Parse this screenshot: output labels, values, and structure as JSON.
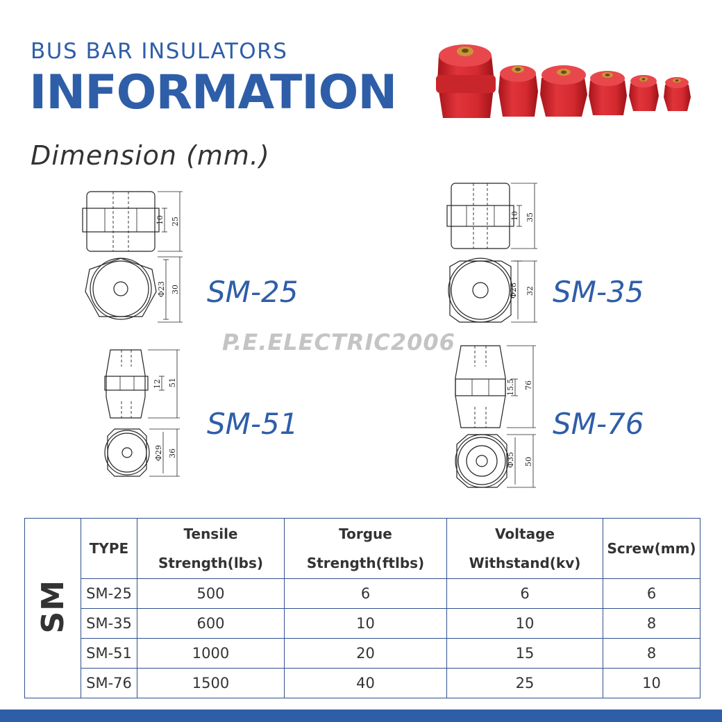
{
  "header": {
    "subtitle": "BUS BAR INSULATORS",
    "title": "INFORMATION",
    "dimension_label": "Dimension (mm.)"
  },
  "watermark": "P.E.ELECTRIC2006",
  "models": [
    {
      "name": "SM-25",
      "height_dim": "25",
      "mid_dim": "10",
      "dia_inner": "Φ23",
      "dia_outer": "30"
    },
    {
      "name": "SM-35",
      "height_dim": "35",
      "mid_dim": "10",
      "dia_inner": "Φ28",
      "dia_outer": "32"
    },
    {
      "name": "SM-51",
      "height_dim": "51",
      "mid_dim": "12",
      "dia_inner": "Φ29",
      "dia_outer": "36"
    },
    {
      "name": "SM-76",
      "height_dim": "76",
      "mid_dim": "15.5",
      "dia_inner": "Φ35",
      "dia_outer": "50"
    }
  ],
  "product_photo": {
    "color": "#d42a2f",
    "insert_color": "#c9953a",
    "count": 6
  },
  "table": {
    "side_label": "SM",
    "headers": [
      [
        "TYPE"
      ],
      [
        "Tensile",
        "Strength(lbs)"
      ],
      [
        "Torgue",
        "Strength(ftlbs)"
      ],
      [
        "Voltage",
        "Withstand(kv)"
      ],
      [
        "Screw(mm)"
      ]
    ],
    "rows": [
      [
        "SM-25",
        "500",
        "6",
        "6",
        "6"
      ],
      [
        "SM-35",
        "600",
        "10",
        "10",
        "8"
      ],
      [
        "SM-51",
        "1000",
        "20",
        "15",
        "8"
      ],
      [
        "SM-76",
        "1500",
        "40",
        "25",
        "10"
      ]
    ]
  },
  "colors": {
    "accent": "#2f5ea8",
    "border": "#2f4f8f"
  }
}
